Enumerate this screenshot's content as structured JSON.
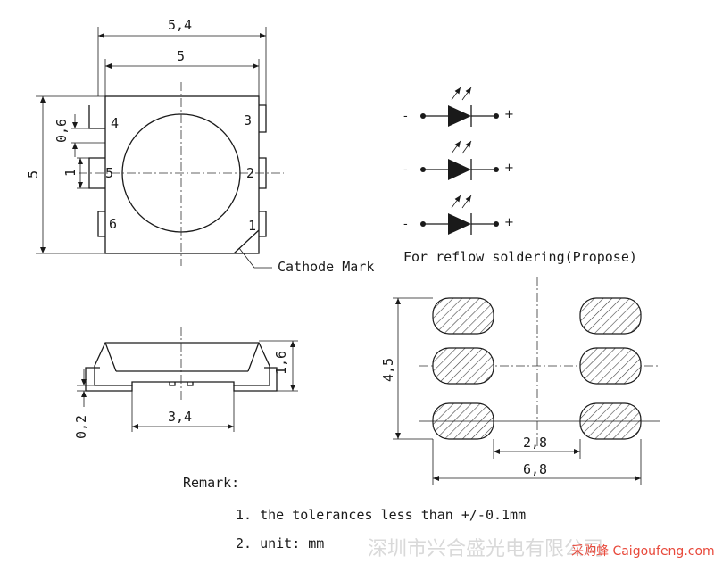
{
  "top_view": {
    "dim_outer": "5,4",
    "dim_body": "5",
    "dim_height": "5",
    "dim_pad_width": "0,6",
    "dim_pitch": "1",
    "pins": [
      "1",
      "2",
      "3",
      "4",
      "5",
      "6"
    ],
    "cathode_label": "Cathode Mark"
  },
  "side_view": {
    "dim_thickness": "1,6",
    "dim_standoff": "0,2",
    "dim_bottom": "3,4"
  },
  "schematic": {
    "minus": "-",
    "plus": "+"
  },
  "footprint": {
    "title": "For reflow soldering(Propose)",
    "dim_height": "4,5",
    "dim_gap": "2,8",
    "dim_width": "6,8"
  },
  "remarks": {
    "heading": "Remark:",
    "items": [
      "1. the tolerances less than +/-0.1mm",
      "2. unit: mm"
    ]
  },
  "watermark": {
    "company": "深圳市兴合盛光电有限公司",
    "site": "采购蜂 Caigoufeng.com"
  }
}
